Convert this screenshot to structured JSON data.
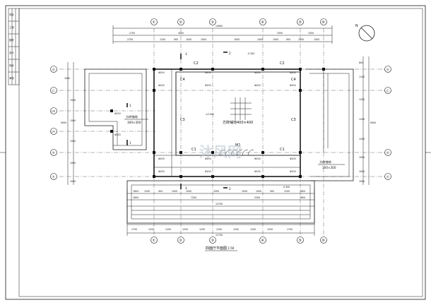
{
  "drawing_title": "四面厅平面图",
  "drawing_scale": "1:50",
  "grid_axes_vertical": [
    "①",
    "②",
    "③",
    "④",
    "⑤",
    "⑥"
  ],
  "grid_axes_horizontal": [
    "Ⓓ",
    "Ⓒ",
    "1/B",
    "1/A",
    "Ⓑ",
    "Ⓐ"
  ],
  "grid_axes_horizontal_right": [
    "Ⓓ",
    "Ⓒ",
    "Ⓑ",
    "Ⓐ"
  ],
  "top_dims": {
    "overall": "13600",
    "row2": [
      "2700",
      "4500",
      "2500",
      "1500"
    ],
    "row3": [
      "2700",
      "1200",
      "900",
      "1000",
      "1000",
      "1500",
      "1000",
      "1000",
      "900",
      "1200",
      "1500"
    ]
  },
  "bottom_dims": {
    "row1": [
      "1800",
      "1200",
      "900",
      "1000",
      "1000",
      "1500",
      "1000",
      "1000",
      "900",
      "1200",
      "1800"
    ],
    "row2": [
      "1800",
      "7200",
      "2500",
      "1800"
    ],
    "overall": "12700",
    "row4": [
      "1750",
      "1250",
      "1250",
      "1250",
      "1250",
      "1250",
      "1250",
      "1250",
      "1250",
      "1750"
    ],
    "overall2": "12700"
  },
  "left_dims": [
    "1000",
    "1500",
    "1500",
    "1500",
    "1000",
    "1000"
  ],
  "left_total": "9000",
  "right_dims": [
    "800",
    "1100",
    "1200",
    "1200",
    "1200",
    "1000",
    "1000",
    "1000"
  ],
  "right_total": "9000",
  "labels": {
    "c1_left": "C1",
    "c1_right": "C1",
    "c2_top": "C2",
    "c2_top_right": "C2",
    "c3_left": "C3",
    "c3_right": "C3",
    "c4_left": "C4",
    "c4_right": "C4",
    "m1": "M1",
    "room_floor": "方砖铺地400×400",
    "room_level": "±0.000",
    "left_paving_1": "方砖铺地",
    "left_paving_2": "300×300",
    "right_paving_1": "方砖铺地",
    "right_paving_2": "300×300",
    "section_1": "1",
    "section_2": "2",
    "section_3": "3",
    "level_top": "-0.300",
    "level_bottom": "-0.300",
    "col_tag": "Φ200",
    "col_tag_2": "Φ250",
    "watermark": "沐风网"
  },
  "title_block": [
    "项目",
    "工程",
    "图号",
    "设计",
    "校对",
    "审核"
  ]
}
